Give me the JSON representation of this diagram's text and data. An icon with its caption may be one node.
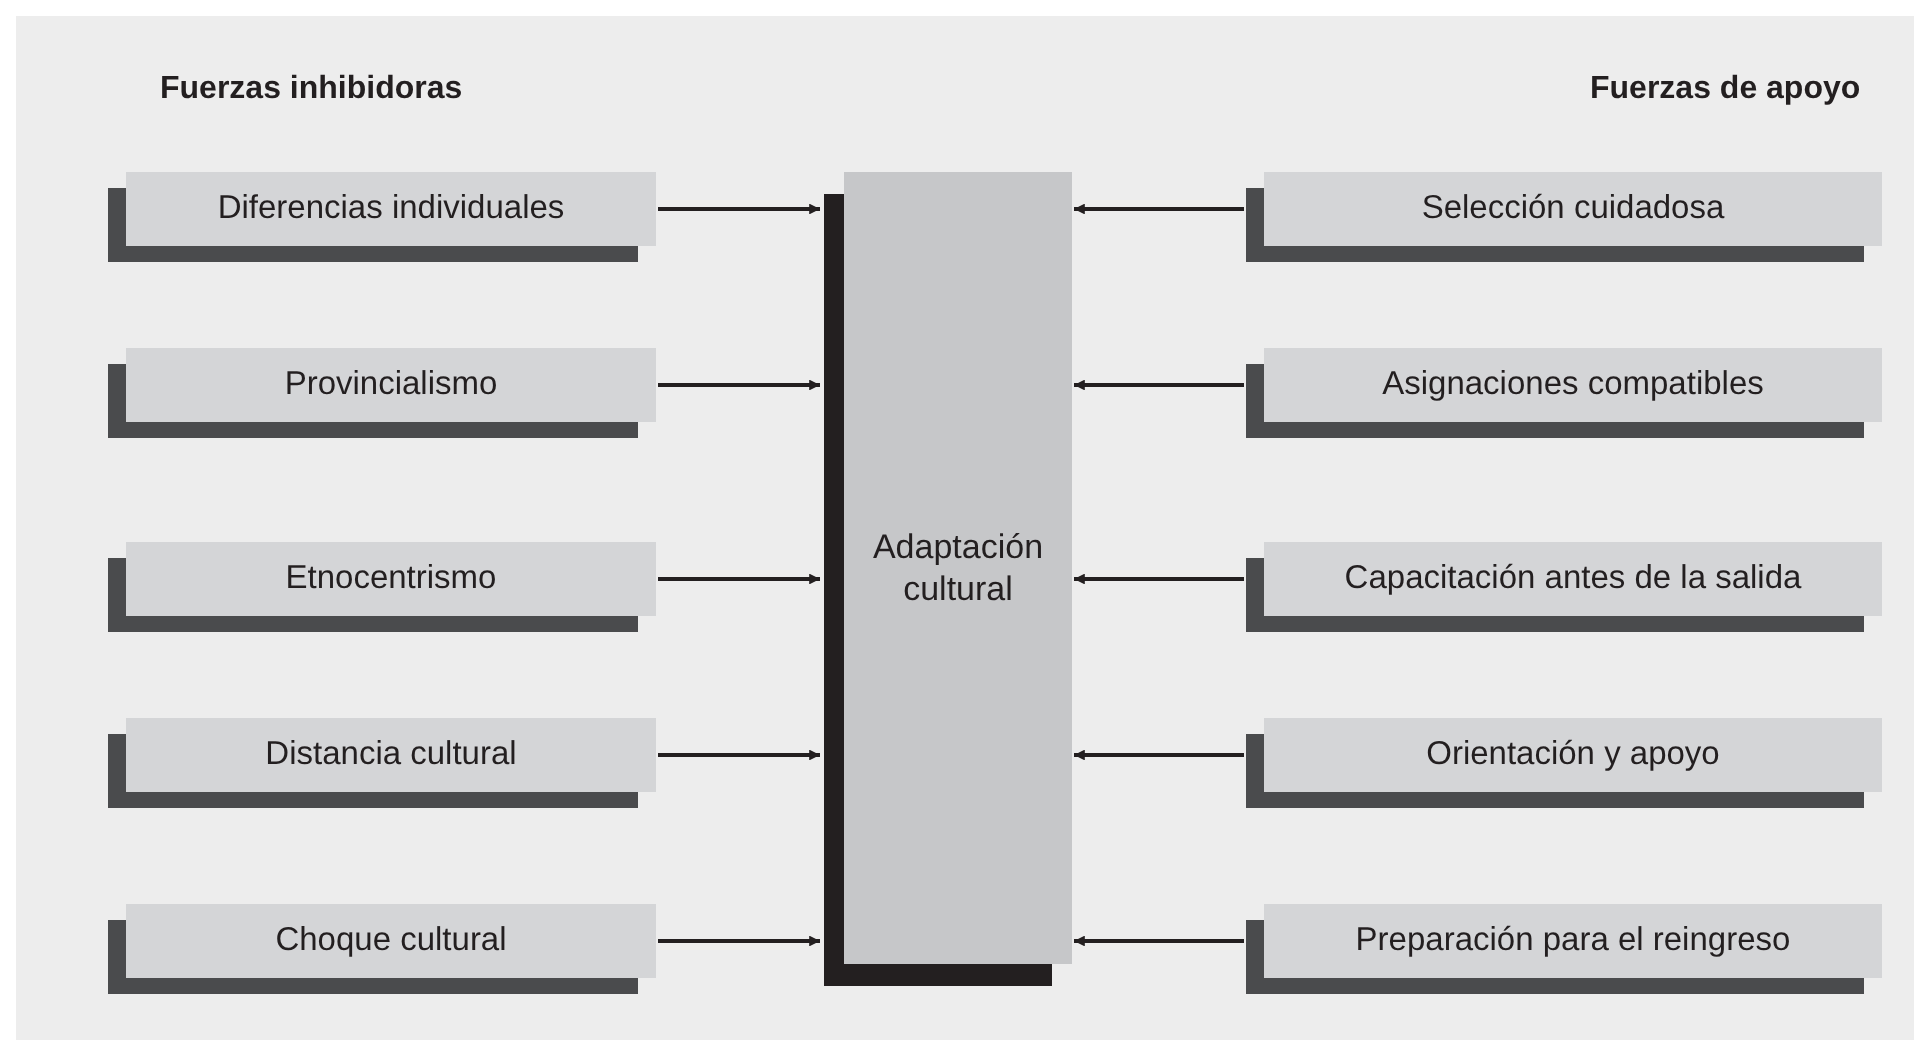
{
  "diagram": {
    "nodes": [
      {
        "text": [
          "Adaptación cultural"
        ]
      },
      {
        "text": [
          "Diferencias individuales"
        ]
      },
      {
        "text": [
          "Provincialismo"
        ]
      },
      {
        "text": [
          "Etnocentrismo"
        ]
      },
      {
        "text": [
          "Distancia cultural"
        ]
      },
      {
        "text": [
          "Choque cultural"
        ]
      },
      {
        "text": [
          "Selección cuidadosa"
        ]
      },
      {
        "text": [
          "Asignaciones compatibles"
        ]
      },
      {
        "text": [
          "Capacitación antes de la salida"
        ]
      },
      {
        "text": [
          "Orientación y apoyo"
        ]
      },
      {
        "text": [
          "Preparación para el reingreso"
        ]
      }
    ],
    "edges": [
      {
        "from": 1,
        "to": 0,
        "arrow": "to"
      },
      {
        "from": 2,
        "to": 0,
        "arrow": "to"
      },
      {
        "from": 3,
        "to": 0,
        "arrow": "to"
      },
      {
        "from": 4,
        "to": 0,
        "arrow": "to"
      },
      {
        "from": 5,
        "to": 0,
        "arrow": "to"
      },
      {
        "from": 6,
        "to": 0,
        "arrow": "to"
      },
      {
        "from": 7,
        "to": 0,
        "arrow": "to"
      },
      {
        "from": 8,
        "to": 0,
        "arrow": "to"
      },
      {
        "from": 9,
        "to": 0,
        "arrow": "to"
      },
      {
        "from": 10,
        "to": 0,
        "arrow": "to"
      }
    ],
    "labels": [
      "Fuerzas inhibidoras",
      "Fuerzas de apoyo"
    ]
  }
}
